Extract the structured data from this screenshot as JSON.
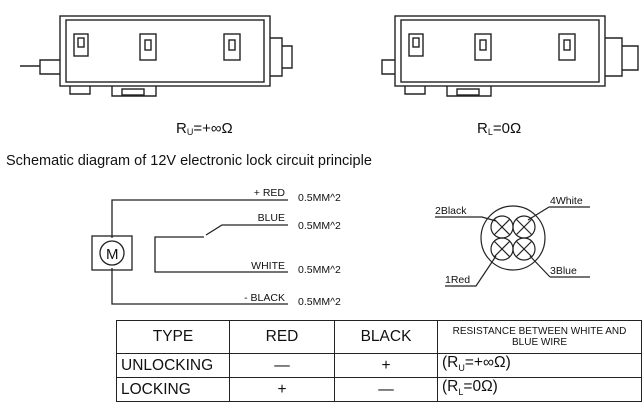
{
  "device_labels": {
    "left": {
      "main": "R",
      "sub": "U",
      "value": "=+∞Ω"
    },
    "right": {
      "main": "R",
      "sub": "L",
      "value": "=0Ω"
    }
  },
  "diagram_title": "Schematic diagram of 12V electronic lock circuit principle",
  "motor_label": "M",
  "wires": [
    {
      "name": "+ RED",
      "spec": "0.5MM^2"
    },
    {
      "name": "BLUE",
      "spec": "0.5MM^2"
    },
    {
      "name": "WHITE",
      "spec": "0.5MM^2"
    },
    {
      "name": "- BLACK",
      "spec": "0.5MM^2"
    }
  ],
  "connector_pins": {
    "top_left": "2Black",
    "top_right": "4White",
    "bottom_left": "1Red",
    "bottom_right": "3Blue"
  },
  "table": {
    "headers": [
      "TYPE",
      "RED",
      "BLACK",
      "RESISTANCE BETWEEN WHITE AND BLUE WIRE"
    ],
    "rows": [
      {
        "type": "UNLOCKING",
        "red": "—",
        "black": "+",
        "res_main": "R",
        "res_sub": "U",
        "res_value": "=+∞Ω"
      },
      {
        "type": "LOCKING",
        "red": "+",
        "black": "—",
        "res_main": "R",
        "res_sub": "L",
        "res_value": "=0Ω"
      }
    ]
  }
}
